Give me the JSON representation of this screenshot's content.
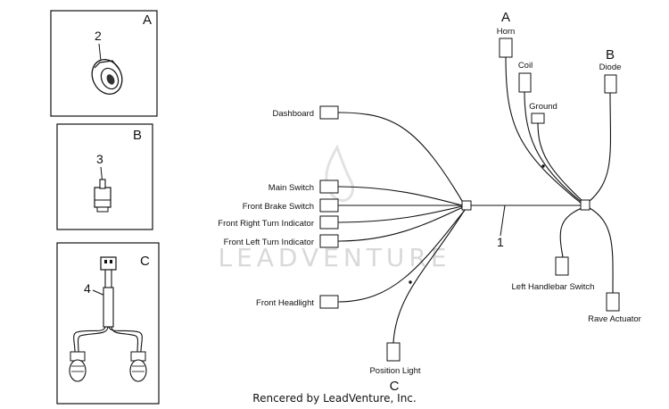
{
  "panels": {
    "a": {
      "letter": "A",
      "part_number": "2"
    },
    "b": {
      "letter": "B",
      "part_number": "3"
    },
    "c": {
      "letter": "C",
      "part_number": "4"
    }
  },
  "harness": {
    "callouts": {
      "a": "A",
      "b": "B",
      "c": "C",
      "main_wire_number": "1"
    },
    "left_connectors": [
      "Dashboard",
      "Main Switch",
      "Front Brake Switch",
      "Front Right Turn Indicator",
      "Front Left Turn Indicator",
      "Front Headlight"
    ],
    "position_light": "Position Light",
    "top_connectors": [
      "Horn",
      "Coil",
      "Ground",
      "Diode"
    ],
    "right_connectors": [
      "Left Handlebar Switch",
      "Rave Actuator"
    ]
  },
  "watermark": "LEADVENTURE",
  "footer": "Rencered by LeadVenture, Inc."
}
